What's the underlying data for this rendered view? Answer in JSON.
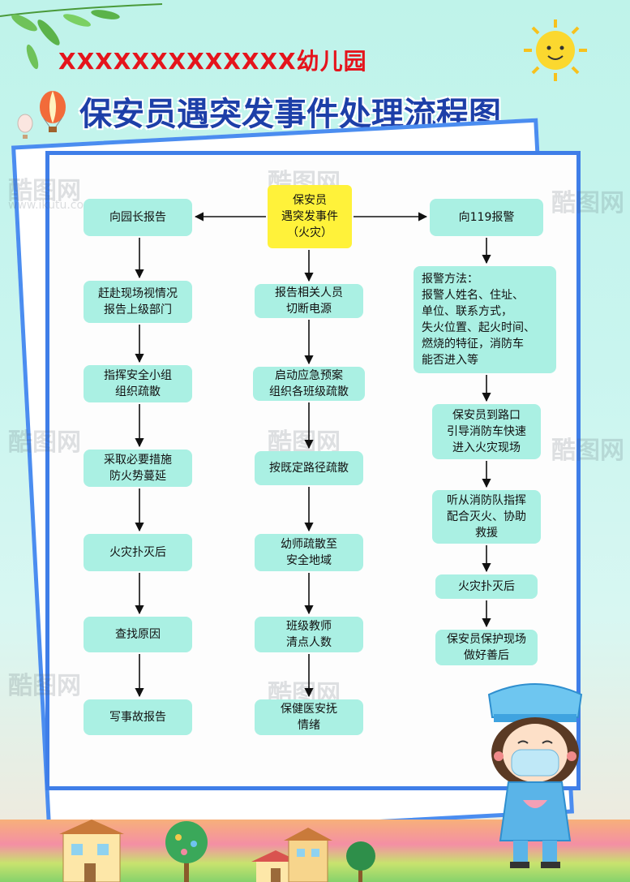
{
  "header": {
    "kindergarten": "XXXXXXXXXXXXX幼儿园",
    "title": "保安员遇突发事件处理流程图"
  },
  "watermark": {
    "brand": "酷图网",
    "url": "www.ikutu.com"
  },
  "flow": {
    "start": "保安员\n遇突发事件\n（火灾）",
    "left": [
      "向园长报告",
      "赶赴现场视情况\n报告上级部门",
      "指挥安全小组\n组织疏散",
      "采取必要措施\n防火势蔓延",
      "火灾扑灭后",
      "查找原因",
      "写事故报告"
    ],
    "middle": [
      "报告相关人员\n切断电源",
      "启动应急预案\n组织各班级疏散",
      "按既定路径疏散",
      "幼师疏散至\n安全地域",
      "班级教师\n清点人数",
      "保健医安抚\n情绪"
    ],
    "right": [
      "向119报警",
      "报警方法：\n报警人姓名、住址、\n单位、联系方式，\n失火位置、起火时间、\n燃烧的特征，消防车\n能否进入等",
      "保安员到路口\n引导消防车快速\n进入火灾现场",
      "听从消防队指挥\n配合灭火、协助\n救援",
      "火灾扑灭后",
      "保安员保护现场\n做好善后"
    ]
  },
  "colors": {
    "box": "#aaf0e3",
    "start_box": "#fff23a",
    "title": "#1d3fa8",
    "kindergarten": "#e5141c",
    "frame": "#3f7ee8"
  },
  "icons": [
    "sun-icon",
    "hot-air-balloon-icon",
    "leaf-branch-icon",
    "nurse-character-icon",
    "house-icon",
    "tree-icon"
  ]
}
